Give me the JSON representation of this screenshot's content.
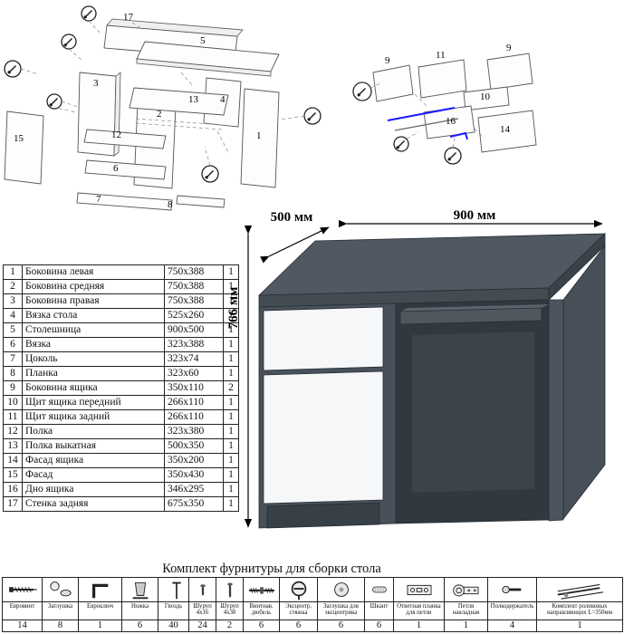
{
  "dimensions": {
    "width": "900 мм",
    "depth": "500 мм",
    "height": "766 мм"
  },
  "parts_table": {
    "rows": [
      {
        "num": "1",
        "name": "Боковина левая",
        "size": "750х388",
        "qty": "1"
      },
      {
        "num": "2",
        "name": "Боковина средняя",
        "size": "750х388",
        "qty": "1"
      },
      {
        "num": "3",
        "name": "Боковина правая",
        "size": "750х388",
        "qty": "1"
      },
      {
        "num": "4",
        "name": "Вязка стола",
        "size": "525х260",
        "qty": "1"
      },
      {
        "num": "5",
        "name": "Столешница",
        "size": "900х500",
        "qty": "1"
      },
      {
        "num": "6",
        "name": "Вязка",
        "size": "323х388",
        "qty": "1"
      },
      {
        "num": "7",
        "name": "Цоколь",
        "size": "323х74",
        "qty": "1"
      },
      {
        "num": "8",
        "name": "Планка",
        "size": "323х60",
        "qty": "1"
      },
      {
        "num": "9",
        "name": "Боковина ящика",
        "size": "350х110",
        "qty": "2"
      },
      {
        "num": "10",
        "name": "Щит ящика передний",
        "size": "266х110",
        "qty": "1"
      },
      {
        "num": "11",
        "name": "Щит ящика задний",
        "size": "266х110",
        "qty": "1"
      },
      {
        "num": "12",
        "name": "Полка",
        "size": "323х380",
        "qty": "1"
      },
      {
        "num": "13",
        "name": "Полка выкатная",
        "size": "500х350",
        "qty": "1"
      },
      {
        "num": "14",
        "name": "Фасад ящика",
        "size": "350х200",
        "qty": "1"
      },
      {
        "num": "15",
        "name": "Фасад",
        "size": "350х430",
        "qty": "1"
      },
      {
        "num": "16",
        "name": "Дно ящика",
        "size": "346х295",
        "qty": "1"
      },
      {
        "num": "17",
        "name": "Стенка задняя",
        "size": "675х350",
        "qty": "1"
      }
    ]
  },
  "diagram_left": {
    "labels": {
      "l17": "17",
      "l5": "5",
      "l3": "3",
      "l13": "13",
      "l12": "12",
      "l6": "6",
      "l7": "7",
      "l15": "15",
      "l2": "2",
      "l1": "1",
      "l4": "4",
      "l8": "8"
    }
  },
  "diagram_right": {
    "labels": {
      "l11": "11",
      "l9a": "9",
      "l9b": "9",
      "l10": "10",
      "l16": "16",
      "l14": "14"
    }
  },
  "hardware": {
    "title": "Комплект фурнитуры для сборки стола",
    "items": [
      {
        "name": "Евровинт",
        "qty": "14",
        "icon": "euro-screw-icon"
      },
      {
        "name": "Заглушка",
        "qty": "8",
        "icon": "plug-cap-icon"
      },
      {
        "name": "Евроключ",
        "qty": "1",
        "icon": "hex-key-icon"
      },
      {
        "name": "Ножка",
        "qty": "6",
        "icon": "furniture-leg-icon"
      },
      {
        "name": "Гвоздь",
        "qty": "40",
        "icon": "nail-icon"
      },
      {
        "name": "Шуруп 4х16",
        "qty": "24",
        "icon": "screw-short-icon"
      },
      {
        "name": "Шуруп 4х30",
        "qty": "2",
        "icon": "screw-long-icon"
      },
      {
        "name": "Винтнав. дюбель",
        "qty": "6",
        "icon": "double-thread-dowel-icon"
      },
      {
        "name": "Эксцентр. стяжка",
        "qty": "6",
        "icon": "cam-lock-icon"
      },
      {
        "name": "Заглушка для эксцентрика",
        "qty": "6",
        "icon": "cam-cover-icon"
      },
      {
        "name": "Шкант",
        "qty": "6",
        "icon": "wood-dowel-icon"
      },
      {
        "name": "Ответная планка для петли",
        "qty": "1",
        "icon": "hinge-plate-icon"
      },
      {
        "name": "Петля накладная",
        "qty": "1",
        "icon": "hinge-icon"
      },
      {
        "name": "Полкодержатель",
        "qty": "4",
        "icon": "shelf-pin-icon"
      },
      {
        "name": "Комплект роликовых направляющих L=350мм",
        "qty": "1",
        "icon": "roller-rails-icon"
      }
    ]
  },
  "colors": {
    "desk_body": "#4a525b",
    "desk_top": "#505861",
    "desk_front_panels": "#f6f7f8",
    "niche": "#31383f",
    "rail_highlight": "#1a1aff"
  }
}
